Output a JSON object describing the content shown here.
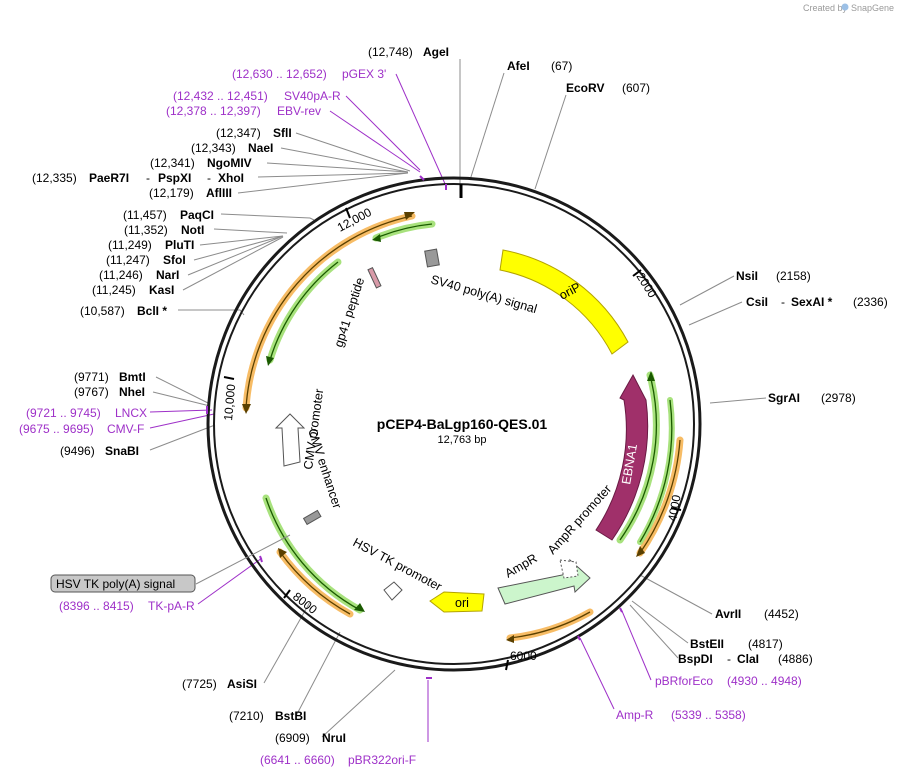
{
  "app": {
    "credit_prefix": "Created by",
    "credit_brand": "SnapGene"
  },
  "plasmid": {
    "name": "pCEP4-BaLgp160-QES.01",
    "length_label": "12,763 bp"
  },
  "tick_labels": [
    "12,000",
    "2000",
    "4000",
    "6000",
    "8000",
    "10,000"
  ],
  "features": {
    "oriP": "oriP",
    "EBNA1": "EBNA1",
    "ori": "ori",
    "AmpR": "AmpR",
    "AmpR_promoter": "AmpR promoter",
    "HSV_TK_promoter": "HSV TK promoter",
    "CMV_enhancer": "CMV enhancer",
    "CMV_promoter": "CMV promoter",
    "gp41_peptide": "gp41 peptide",
    "SV40_polyA": "SV40 poly(A) signal",
    "HSV_TK_polyA": "HSV TK poly(A) signal"
  },
  "sites": {
    "AgeI": {
      "name": "AgeI",
      "pos": "(12,748)"
    },
    "AfeI": {
      "name": "AfeI",
      "pos": "(67)"
    },
    "EcoRV": {
      "name": "EcoRV",
      "pos": "(607)"
    },
    "NsiI": {
      "name": "NsiI",
      "pos": "(2158)"
    },
    "CsiI": {
      "name": "CsiI",
      "sep": "-",
      "name2": "SexAI *",
      "pos": "(2336)"
    },
    "SgrAI": {
      "name": "SgrAI",
      "pos": "(2978)"
    },
    "AvrII": {
      "name": "AvrII",
      "pos": "(4452)"
    },
    "BstEII": {
      "name": "BstEII",
      "pos": "(4817)"
    },
    "BspDI": {
      "name": "BspDI",
      "sep": "-",
      "name2": "ClaI",
      "pos": "(4886)"
    },
    "AsiSI": {
      "name": "AsiSI",
      "pos": "(7725)"
    },
    "BstBI": {
      "name": "BstBI",
      "pos": "(7210)"
    },
    "NruI": {
      "name": "NruI",
      "pos": "(6909)"
    },
    "SnaBI": {
      "name": "SnaBI",
      "pos": "(9496)"
    },
    "NheI": {
      "name": "NheI",
      "pos": "(9767)"
    },
    "BmtI": {
      "name": "BmtI",
      "pos": "(9771)"
    },
    "BclI": {
      "name": "BclI *",
      "pos": "(10,587)"
    },
    "KasI": {
      "name": "KasI",
      "pos": "(11,245)"
    },
    "NarI": {
      "name": "NarI",
      "pos": "(11,246)"
    },
    "SfoI": {
      "name": "SfoI",
      "pos": "(11,247)"
    },
    "PluTI": {
      "name": "PluTI",
      "pos": "(11,249)"
    },
    "NotI": {
      "name": "NotI",
      "pos": "(11,352)"
    },
    "PaqCI": {
      "name": "PaqCI",
      "pos": "(11,457)"
    },
    "AflIII": {
      "name": "AflIII",
      "pos": "(12,179)"
    },
    "PaeR7I": {
      "name": "PaeR7I",
      "sep1": "-",
      "name2": "PspXI",
      "sep2": "-",
      "name3": "XhoI",
      "pos": "(12,335)"
    },
    "NgoMIV": {
      "name": "NgoMIV",
      "pos": "(12,341)"
    },
    "NaeI": {
      "name": "NaeI",
      "pos": "(12,343)"
    },
    "SflI": {
      "name": "SflI",
      "pos": "(12,347)"
    }
  },
  "primers": {
    "pGEX3": {
      "name": "pGEX 3'",
      "range": "(12,630 .. 12,652)"
    },
    "SV40pA_R": {
      "name": "SV40pA-R",
      "range": "(12,432 .. 12,451)"
    },
    "EBV_rev": {
      "name": "EBV-rev",
      "range": "(12,378 .. 12,397)"
    },
    "LNCX": {
      "name": "LNCX",
      "range": "(9721 .. 9745)"
    },
    "CMV_F": {
      "name": "CMV-F",
      "range": "(9675 .. 9695)"
    },
    "TK_pA_R": {
      "name": "TK-pA-R",
      "range": "(8396 .. 8415)"
    },
    "pBR322ori_F": {
      "name": "pBR322ori-F",
      "range": "(6641 .. 6660)"
    },
    "Amp_R": {
      "name": "Amp-R",
      "range": "(5339 .. 5358)"
    },
    "pBRforEco": {
      "name": "pBRforEco",
      "range": "(4930 .. 4948)"
    }
  },
  "colors": {
    "backbone": "#1a1a1a",
    "site_line": "#8c8c8c",
    "primer": "#9e30c8",
    "oriP": "#ffff00",
    "EBNA1": "#a0306a",
    "ori": "#ffff00",
    "AmpR": "#ccf5cc",
    "orf_orange": "#f6b04a",
    "orf_green": "#99dd66",
    "orf_dark": "#5a4000"
  }
}
